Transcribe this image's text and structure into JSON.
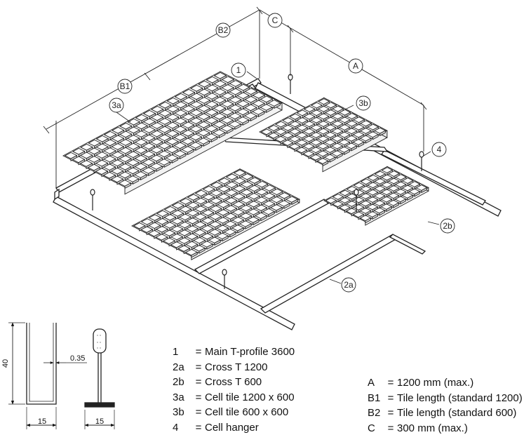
{
  "callouts": {
    "c1": "1",
    "c2a": "2a",
    "c2b": "2b",
    "c3a": "3a",
    "c3b": "3b",
    "c4": "4",
    "cA": "A",
    "cB1": "B1",
    "cB2": "B2",
    "cC": "C"
  },
  "profiles": {
    "height": "40",
    "thickness": "0.35",
    "main_width": "15",
    "cross_width": "15"
  },
  "legend_left": [
    {
      "key": "1",
      "text": "Main T-profile 3600"
    },
    {
      "key": "2a",
      "text": "Cross T 1200"
    },
    {
      "key": "2b",
      "text": "Cross T 600"
    },
    {
      "key": "3a",
      "text": "Cell tile 1200 x 600"
    },
    {
      "key": "3b",
      "text": "Cell tile 600 x 600"
    },
    {
      "key": "4",
      "text": "Cell hanger"
    }
  ],
  "legend_right": [
    {
      "key": "A",
      "text": "1200 mm (max.)"
    },
    {
      "key": "B1",
      "text": "Tile length (standard 1200)"
    },
    {
      "key": "B2",
      "text": "Tile length (standard 600)"
    },
    {
      "key": "C",
      "text": "300 mm (max.)"
    }
  ]
}
